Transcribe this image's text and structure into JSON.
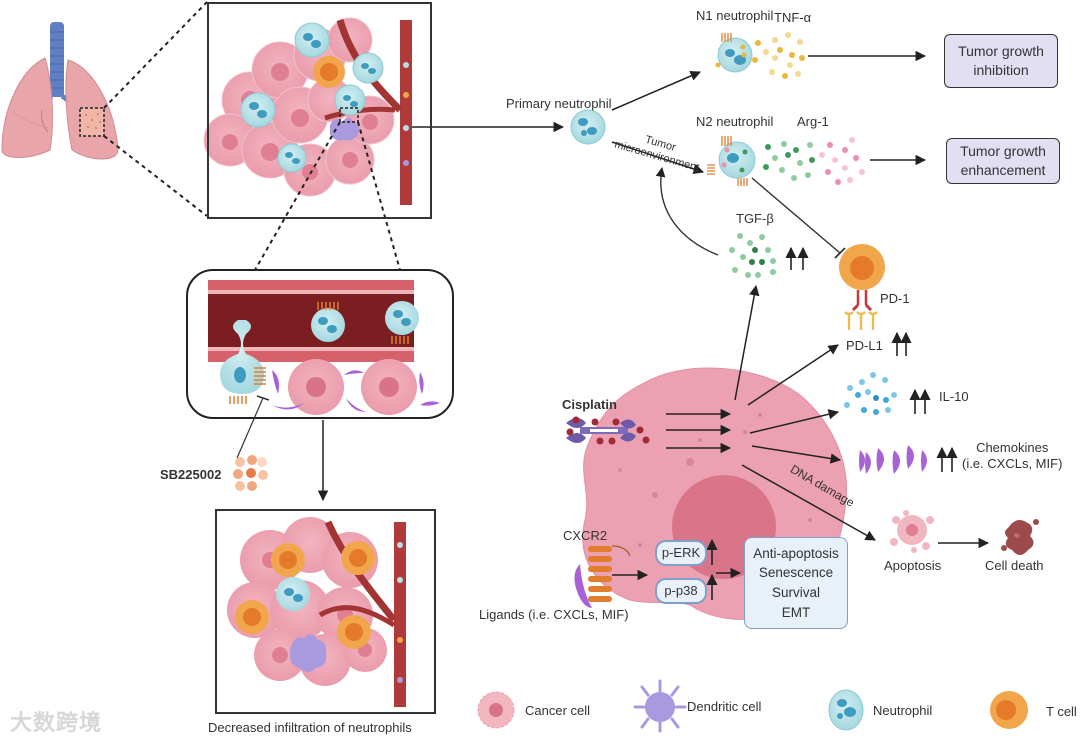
{
  "labels": {
    "primary_neutrophil": "Primary neutrophil",
    "n1_neutrophil": "N1 neutrophil",
    "n2_neutrophil": "N2 neutrophil",
    "tnf": "TNF-α",
    "arg1": "Arg-1",
    "tumor_micro_line1": "Tumor",
    "tumor_micro_line2": "microenvironment",
    "tgfb": "TGF-β",
    "pd1": "PD-1",
    "pdl1": "PD-L1",
    "il10": "IL-10",
    "chemokines_line1": "Chemokines",
    "chemokines_line2": "(i.e. CXCLs, MIF)",
    "cisplatin": "Cisplatin",
    "dna_damage": "DNA damage",
    "apoptosis": "Apoptosis",
    "cell_death": "Cell death",
    "cxcr2": "CXCR2",
    "ligands": "Ligands (i.e. CXCLs, MIF)",
    "p_erk": "p-ERK",
    "p_p38": "p-p38",
    "sb225002": "SB225002",
    "decreased_infiltration": "Decreased infiltration of neutrophils",
    "up_arrows": "↑↑"
  },
  "outcomes": {
    "inhibition": [
      "Tumor growth",
      "inhibition"
    ],
    "enhancement": [
      "Tumor growth",
      "enhancement"
    ]
  },
  "effects": [
    "Anti-apoptosis",
    "Senescence",
    "Survival",
    "EMT"
  ],
  "legend": [
    {
      "icon": "cancer-cell-icon",
      "label": "Cancer cell"
    },
    {
      "icon": "dendritic-cell-icon",
      "label": "Dendritic cell"
    },
    {
      "icon": "neutrophil-icon",
      "label": "Neutrophil"
    },
    {
      "icon": "t-cell-icon",
      "label": "T cell"
    }
  ],
  "watermark": "大数跨境",
  "colors": {
    "cancer_cell": "#f2b6c1",
    "cancer_nucleus": "#d9738a",
    "neutrophil": "#b4e0e6",
    "neutrophil_nucleus": "#3f9bbf",
    "t_cell": "#f2a64b",
    "t_cell_nucleus": "#e57a2a",
    "dendritic": "#a99ae0",
    "vessel": "#b03a3a",
    "lung": "#e8a5aa",
    "trachea": "#5f80c4",
    "outcome_box": "#e3dff3",
    "effect_box": "#e8f0fa",
    "tnf_dot": "#e8b93a",
    "arg_green": "#3d9a5a",
    "arg_pink": "#ec8fa8",
    "tgf_green": "#4e9e68",
    "il10_blue": "#3ea8d8",
    "chemokine_purple": "#a862d6",
    "cxcr2_orange": "#e07d2f"
  }
}
